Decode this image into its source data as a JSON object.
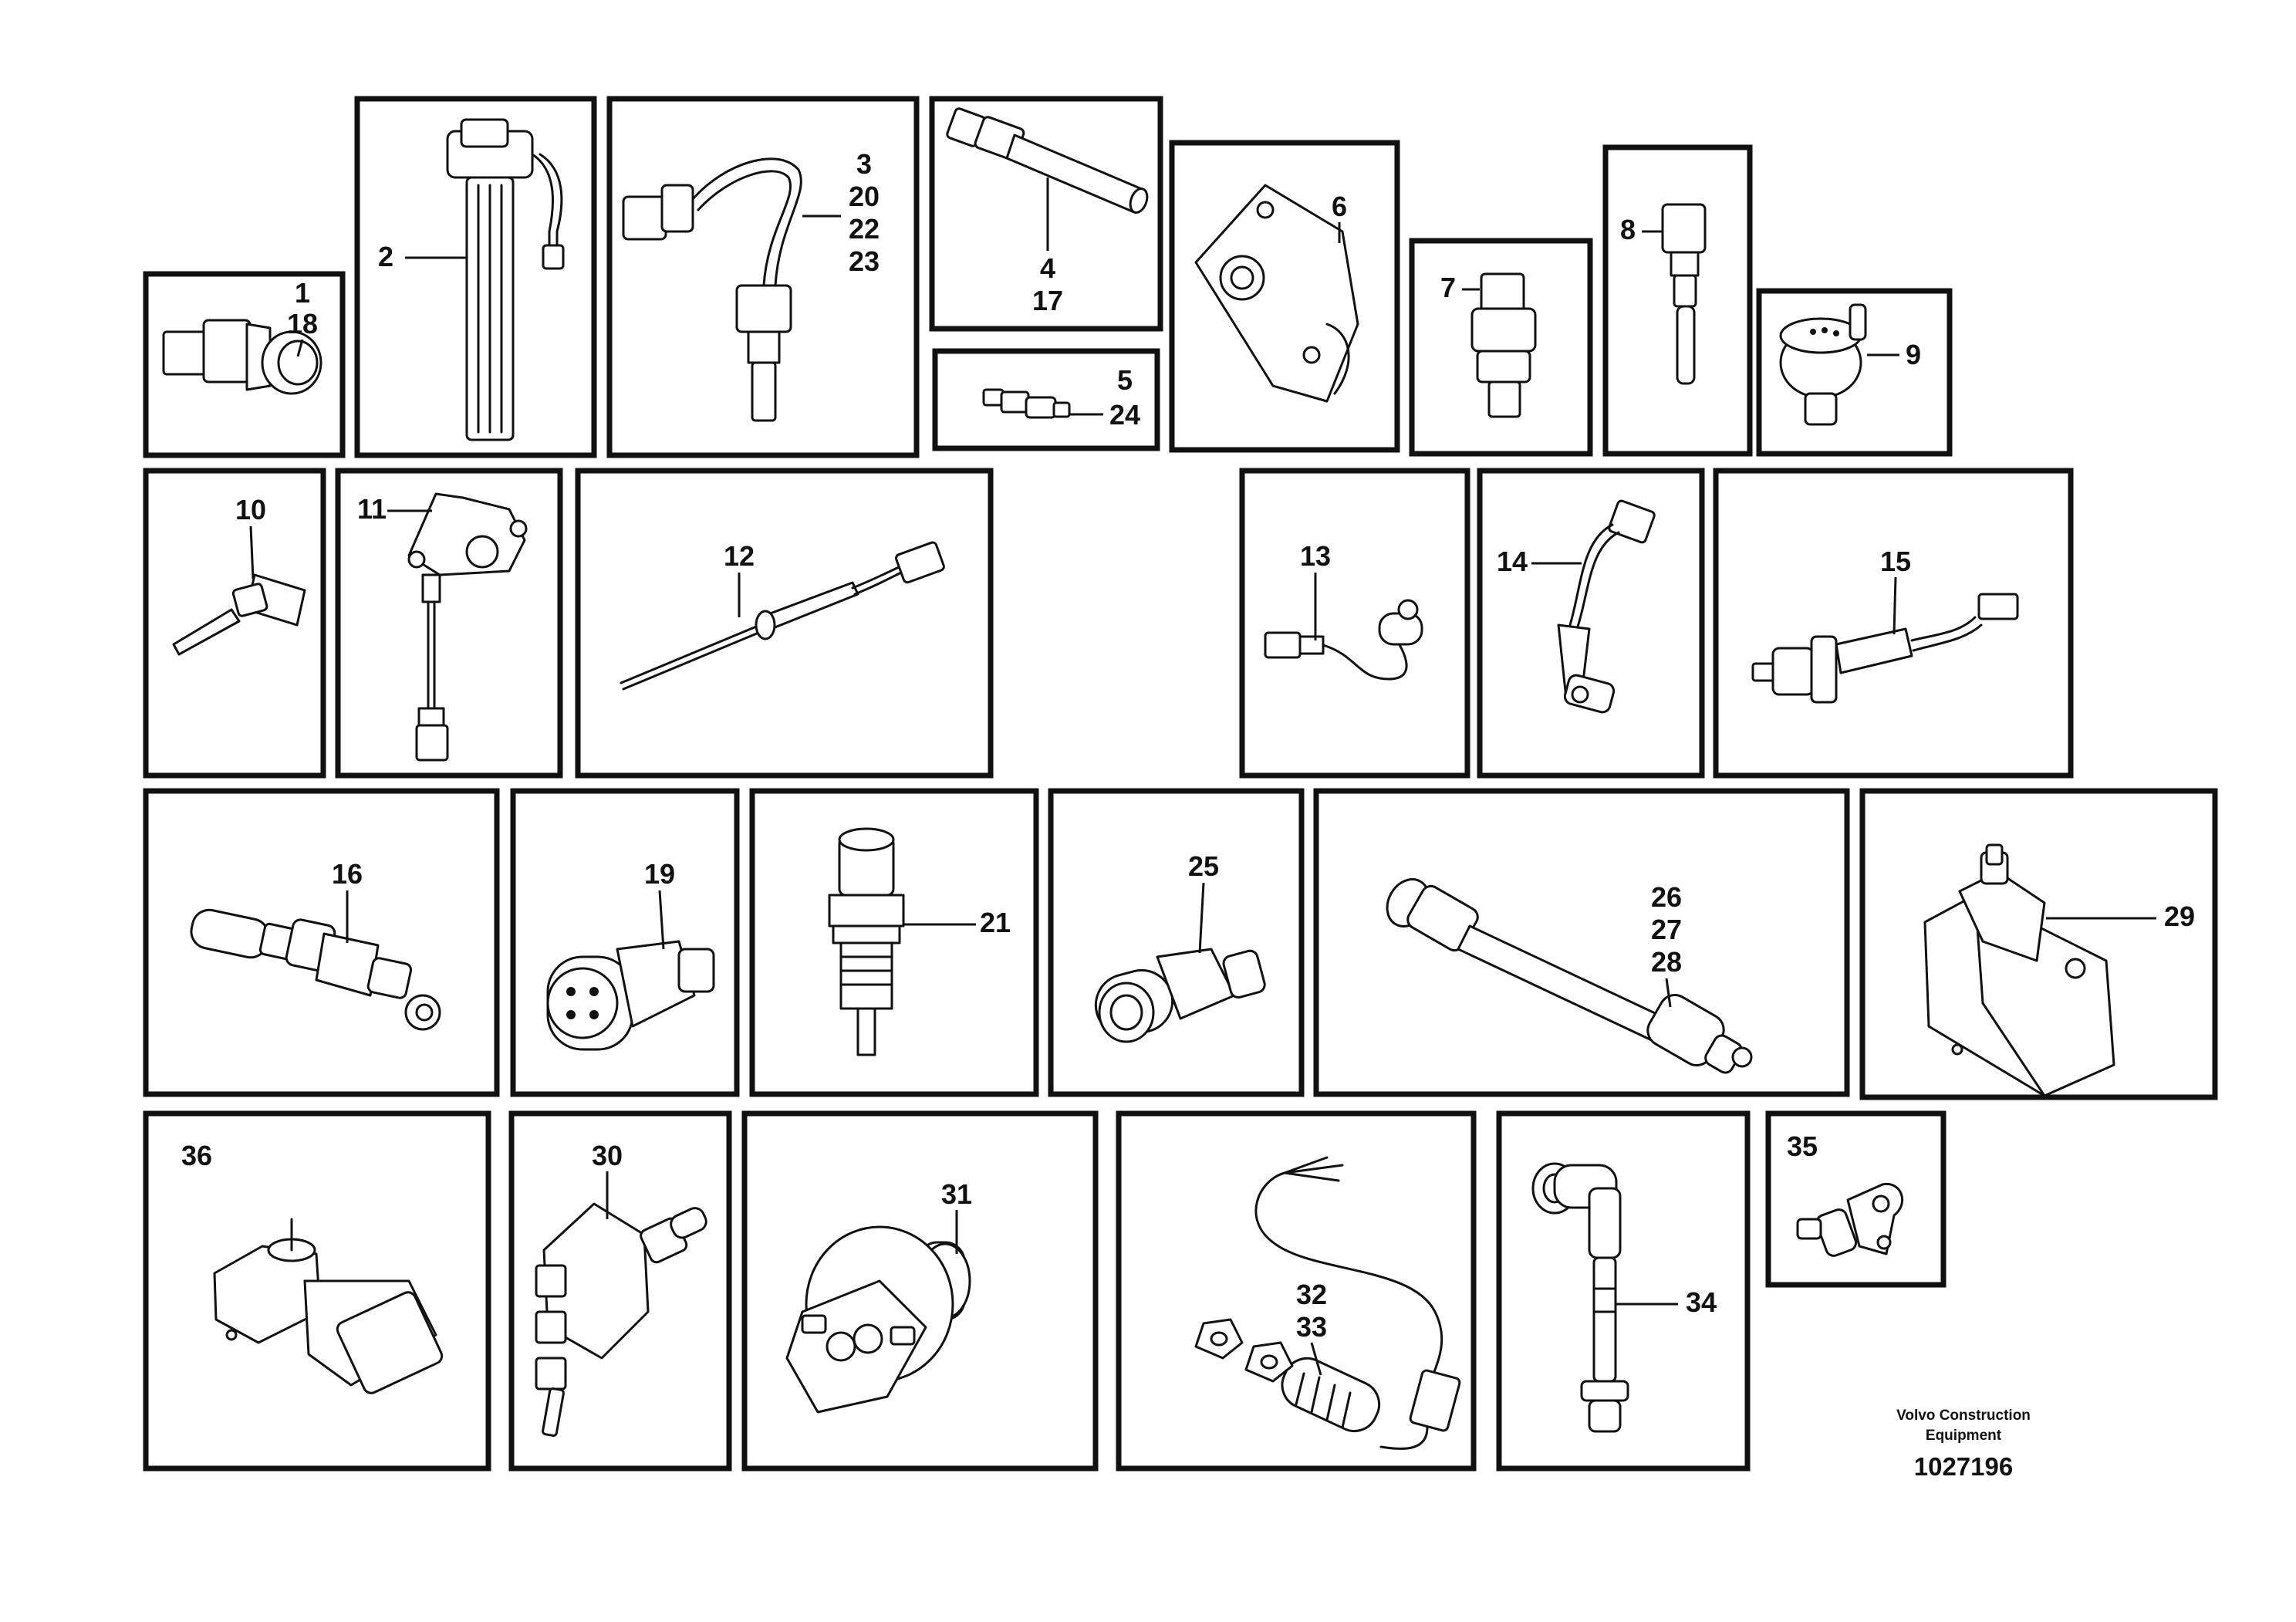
{
  "panels": [
    {
      "id": "p1",
      "labels": [
        "1",
        "18"
      ]
    },
    {
      "id": "p2",
      "labels": [
        "2"
      ]
    },
    {
      "id": "p3",
      "labels": [
        "3",
        "20",
        "22",
        "23"
      ]
    },
    {
      "id": "p4",
      "labels": [
        "4",
        "17"
      ]
    },
    {
      "id": "p5",
      "labels": [
        "5",
        "24"
      ]
    },
    {
      "id": "p6",
      "labels": [
        "6"
      ]
    },
    {
      "id": "p7",
      "labels": [
        "7"
      ]
    },
    {
      "id": "p8",
      "labels": [
        "8"
      ]
    },
    {
      "id": "p9",
      "labels": [
        "9"
      ]
    },
    {
      "id": "p10",
      "labels": [
        "10"
      ]
    },
    {
      "id": "p11",
      "labels": [
        "11"
      ]
    },
    {
      "id": "p12",
      "labels": [
        "12"
      ]
    },
    {
      "id": "p13",
      "labels": [
        "13"
      ]
    },
    {
      "id": "p14",
      "labels": [
        "14"
      ]
    },
    {
      "id": "p15",
      "labels": [
        "15"
      ]
    },
    {
      "id": "p16",
      "labels": [
        "16"
      ]
    },
    {
      "id": "p19",
      "labels": [
        "19"
      ]
    },
    {
      "id": "p21",
      "labels": [
        "21"
      ]
    },
    {
      "id": "p25",
      "labels": [
        "25"
      ]
    },
    {
      "id": "p26",
      "labels": [
        "26",
        "27",
        "28"
      ]
    },
    {
      "id": "p29",
      "labels": [
        "29"
      ]
    },
    {
      "id": "p36",
      "labels": [
        "36"
      ]
    },
    {
      "id": "p30",
      "labels": [
        "30"
      ]
    },
    {
      "id": "p31",
      "labels": [
        "31"
      ]
    },
    {
      "id": "p32",
      "labels": [
        "32",
        "33"
      ]
    },
    {
      "id": "p34",
      "labels": [
        "34"
      ]
    },
    {
      "id": "p35",
      "labels": [
        "35"
      ]
    }
  ],
  "footer": {
    "company_line1": "Volvo Construction",
    "company_line2": "Equipment",
    "drawing_number": "1027196"
  }
}
